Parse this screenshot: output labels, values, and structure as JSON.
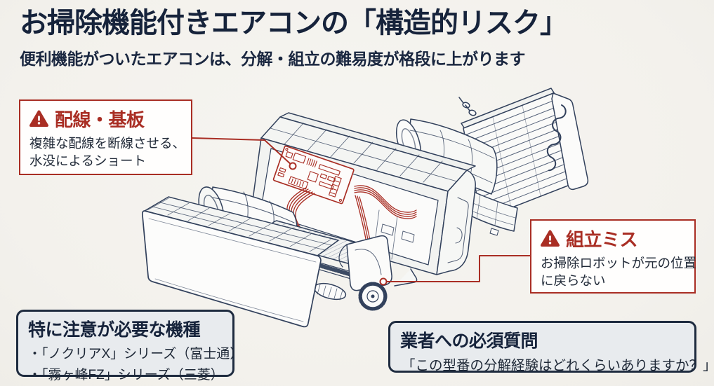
{
  "header": {
    "title": "お掃除機能付きエアコンの「構造的リスク」",
    "subtitle": "便利機能がついたエアコンは、分解・組立の難易度が格段に上がります"
  },
  "callouts": {
    "wiring_board": {
      "icon": "warning-triangle-icon",
      "title": "配線・基板",
      "body": [
        "複雑な配線を断線させる、",
        "水没によるショート"
      ]
    },
    "assembly_miss": {
      "icon": "warning-triangle-icon",
      "title": "組立ミス",
      "body": [
        "お掃除ロボットが元の位置",
        "に戻らない"
      ]
    }
  },
  "info_boxes": {
    "caution_models": {
      "title": "特に注意が必要な機種",
      "items": [
        "・「ノクリアX」シリーズ（富士通）",
        "・「霧ヶ峰FZ」シリーズ（三菱）"
      ]
    },
    "vendor_question": {
      "title": "業者への必須質問",
      "question": "「この型番の分解経験はどれくらいありますか？」"
    }
  },
  "illustration": {
    "parts": [
      "front-panel",
      "filter-drum",
      "main-chassis",
      "circuit-board",
      "wiring-harness",
      "crossflow-fan",
      "cleaning-robot-unit",
      "mesh-filter",
      "heat-exchanger"
    ]
  },
  "colors": {
    "background": "#f4f2ee",
    "heading_text": "#16233b",
    "accent_red": "#a92e24",
    "line_navy": "#32415c",
    "navy_box_border": "#1e2b3f",
    "navy_box_fill": "#e8ebee",
    "callout_fill": "#fffefd"
  }
}
